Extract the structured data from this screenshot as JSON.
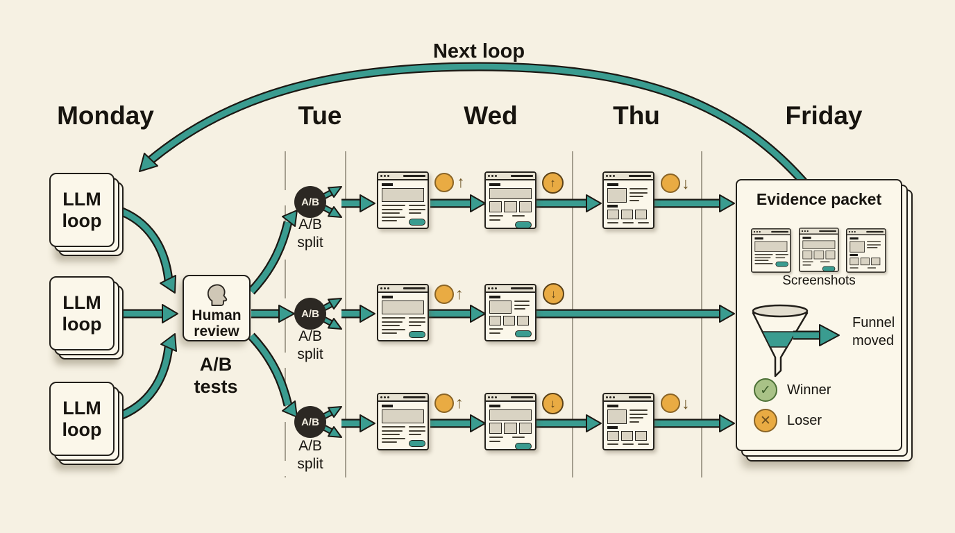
{
  "header": {
    "next_loop_label": "Next loop"
  },
  "days": [
    {
      "label": "Monday"
    },
    {
      "label": "Tue"
    },
    {
      "label": "Wed"
    },
    {
      "label": "Thu"
    },
    {
      "label": "Friday"
    }
  ],
  "monday": {
    "llm_cards": [
      {
        "line1": "LLM",
        "line2": "loop"
      },
      {
        "line1": "LLM",
        "line2": "loop"
      },
      {
        "line1": "LLM",
        "line2": "loop"
      }
    ],
    "human_review": {
      "line1": "Human",
      "line2": "review"
    },
    "ab_tests_caption": {
      "line1": "A/B",
      "line2": "tests"
    }
  },
  "tuesday": {
    "ab_nodes": [
      {
        "badge_label": "A/B",
        "caption_line1": "A/B",
        "caption_line2": "split"
      },
      {
        "badge_label": "A/B",
        "caption_line1": "A/B",
        "caption_line2": "split"
      },
      {
        "badge_label": "A/B",
        "caption_line1": "A/B",
        "caption_line2": "split"
      }
    ]
  },
  "badge_glyphs": {
    "up": "↑",
    "down": "↓"
  },
  "evidence_packet": {
    "title": "Evidence packet",
    "screenshots_label": "Screenshots",
    "funnel_caption_line1": "Funnel",
    "funnel_caption_line2": "moved",
    "winner_label": "Winner",
    "loser_label": "Loser",
    "winner_glyph": "✓",
    "loser_glyph": "✕"
  },
  "palette": {
    "background": "#f6f1e3",
    "teal_accent": "#3a9c90",
    "outline_ink": "#1b1813",
    "orange_badge": "#e9ab43",
    "winner_green": "#a9c287",
    "card_fill": "#fbf7ea",
    "gray_block": "#d9d3c3"
  }
}
